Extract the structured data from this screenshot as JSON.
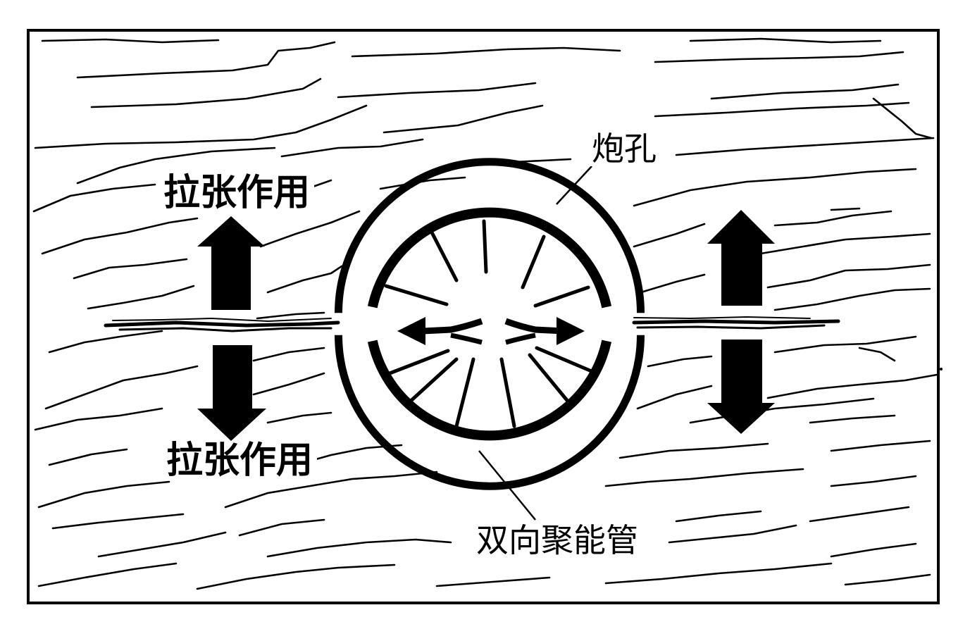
{
  "labels": {
    "tension_top": "拉张作用",
    "tension_bottom": "拉张作用",
    "borehole": "炮孔",
    "charge_tube": "双向聚能管"
  },
  "colors": {
    "ink": "#000000",
    "background": "#ffffff"
  }
}
